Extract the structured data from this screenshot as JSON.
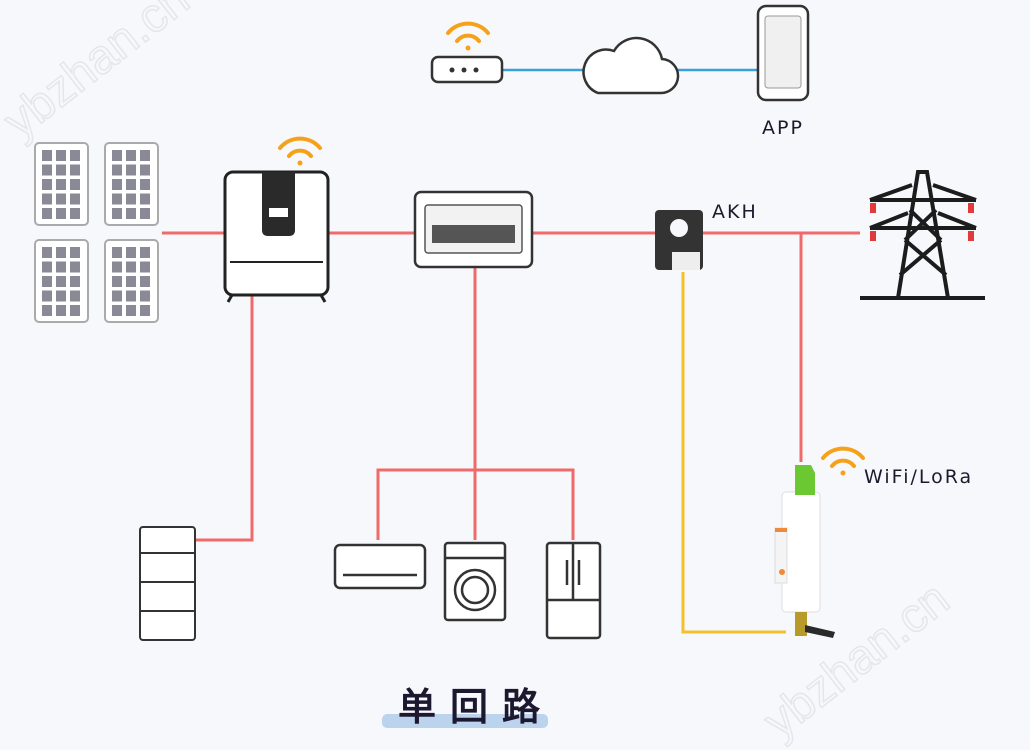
{
  "labels": {
    "app": "APP",
    "ct": "AKH",
    "comm": "WiFi/LoRa",
    "title": "单回路"
  },
  "watermark": "ybzhan.cn",
  "colors": {
    "power_line": "#ef6a6a",
    "signal_line": "#f2c12e",
    "network_line": "#3aa0d8",
    "wifi": "#f5a21a",
    "title_highlight": "#bcd3ee"
  },
  "components": [
    "solar-panels",
    "inverter",
    "distribution-box",
    "current-transformer",
    "power-grid-tower",
    "smart-meter",
    "battery",
    "air-conditioner",
    "washing-machine",
    "refrigerator",
    "router",
    "cloud",
    "phone"
  ]
}
